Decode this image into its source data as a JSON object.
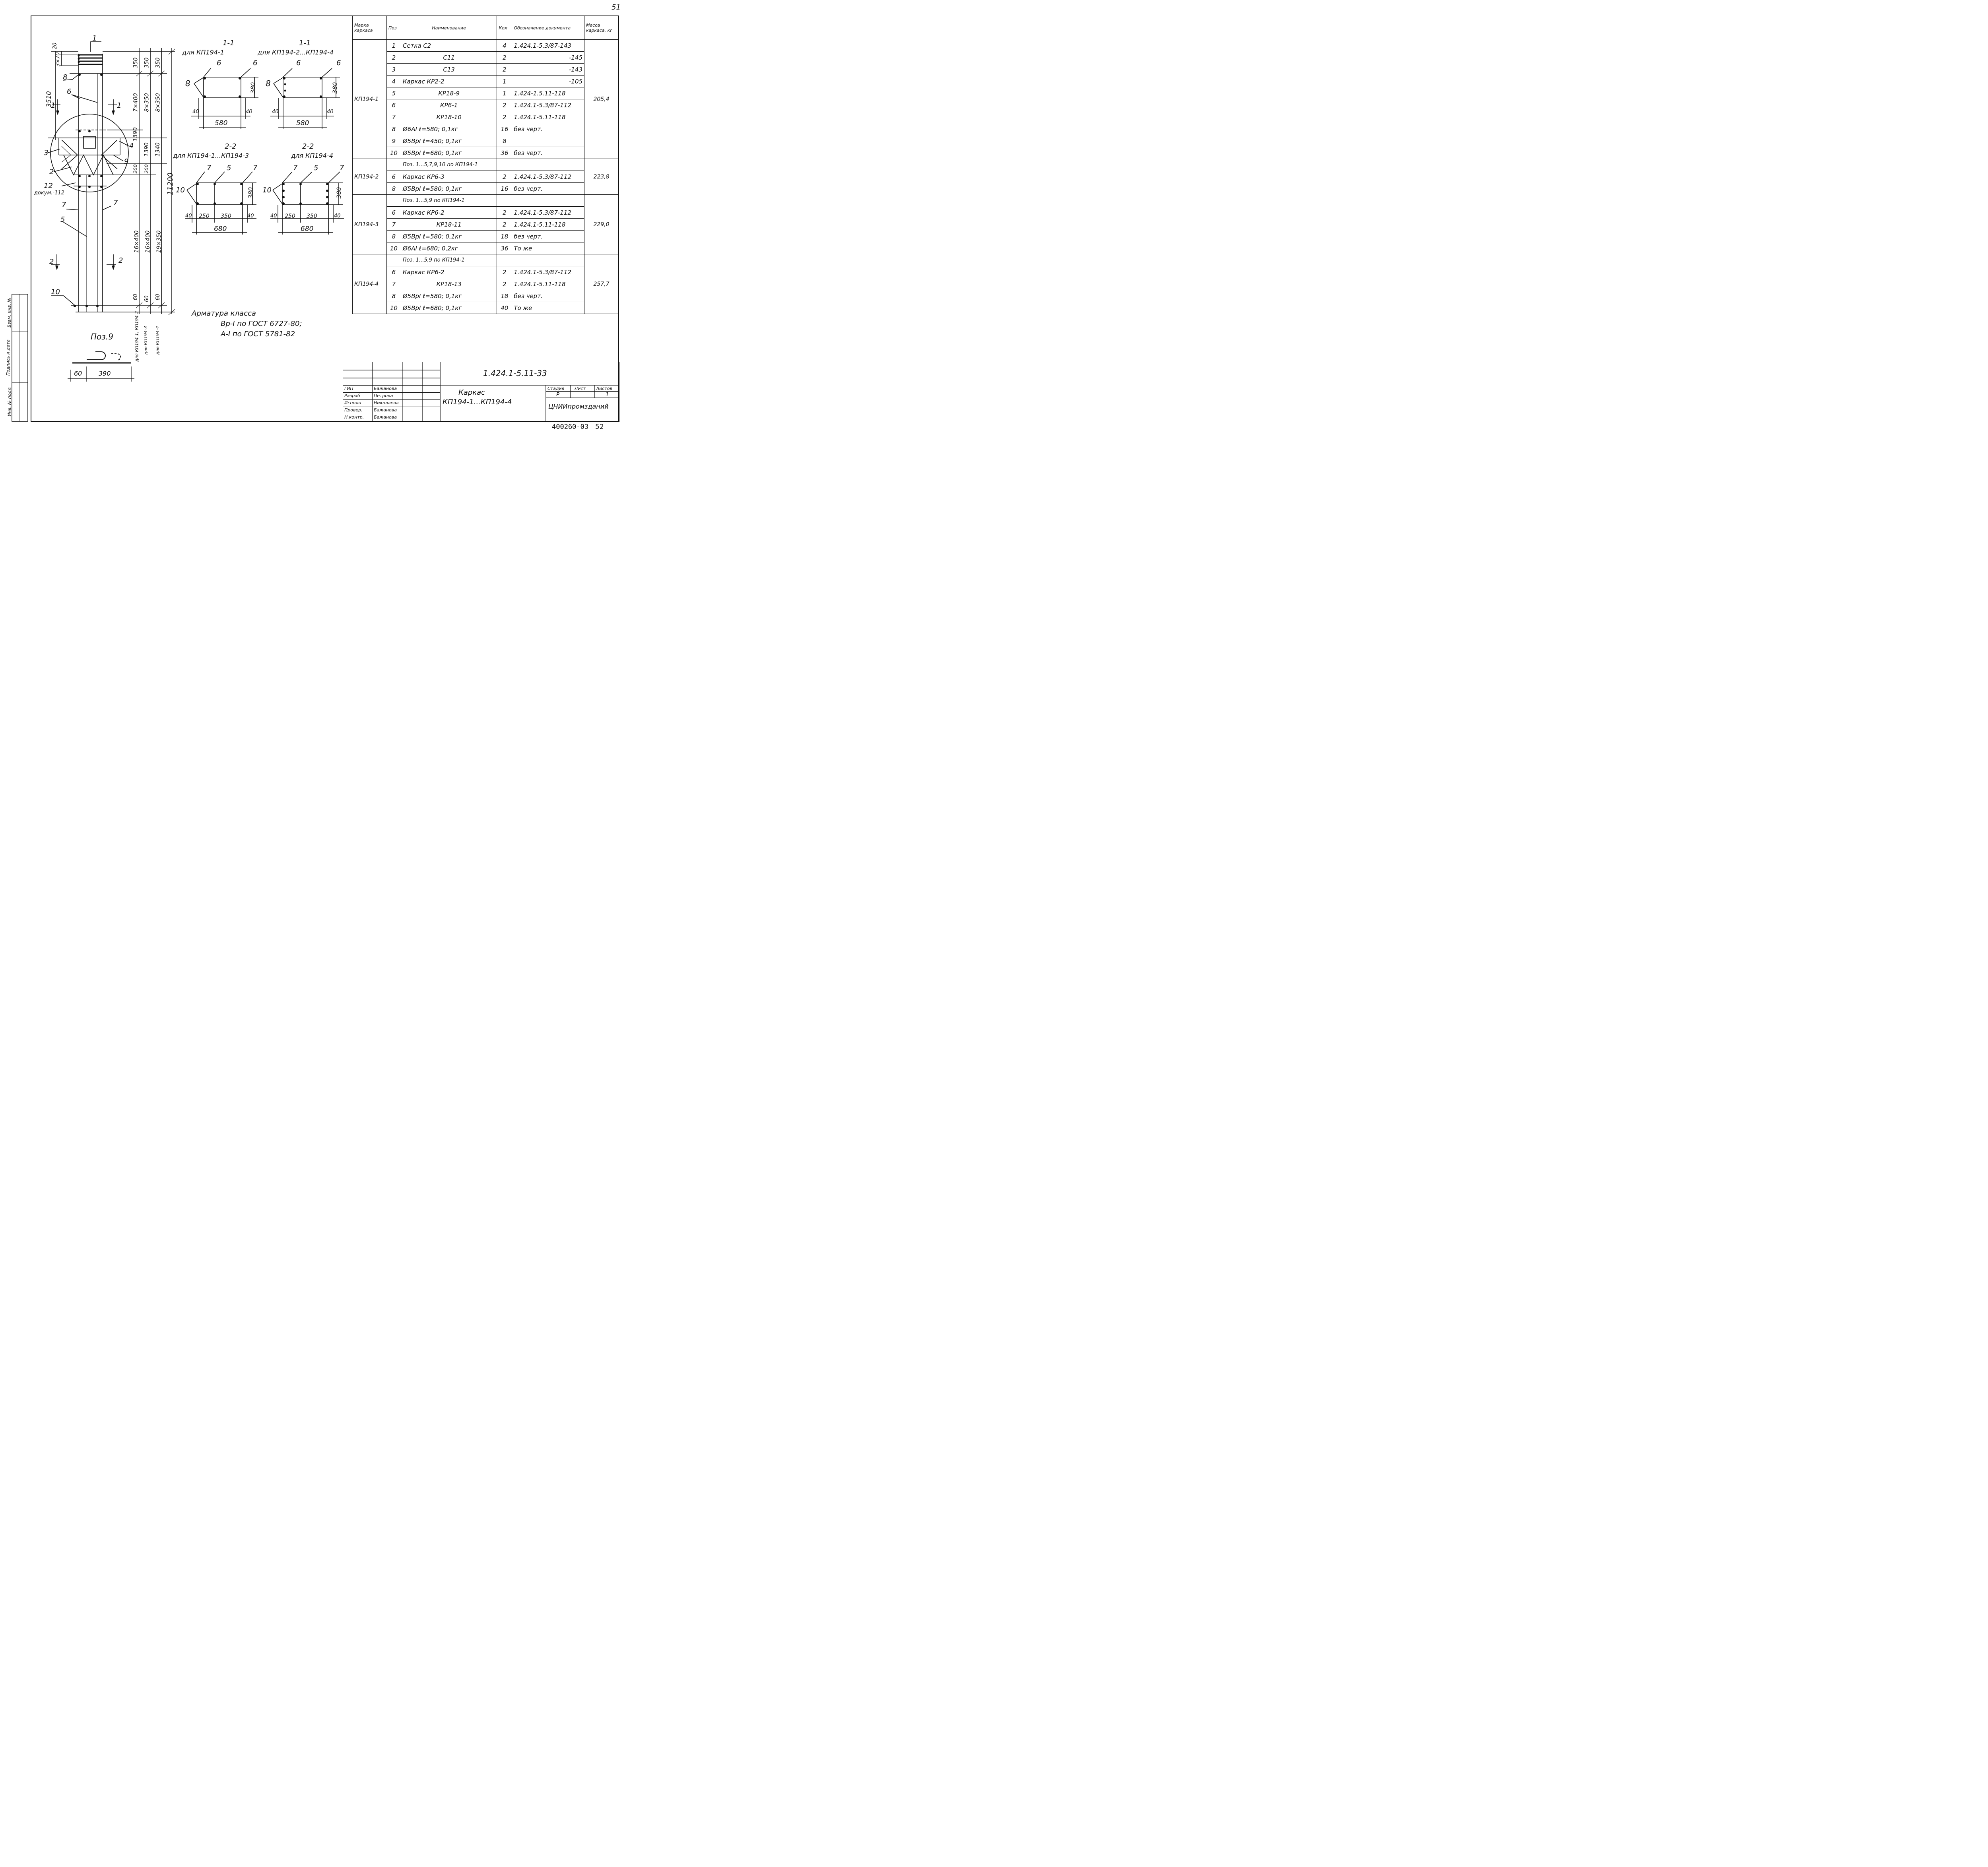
{
  "page_number": "51",
  "drawing": {
    "pos1_label": "1",
    "pos8_label": "8",
    "pos6_label": "6",
    "pos3_label": "3",
    "pos2_label": "2",
    "pos12_label": "12",
    "doc_ref": "докум.-112",
    "pos7_left": "7",
    "pos7_right": "7",
    "pos5_label": "5",
    "pos10_label": "10",
    "pos4_label": "4",
    "pos9_label": "9",
    "section_1_left": "1",
    "section_1_right": "1",
    "section_2_left": "2",
    "section_2_right": "2",
    "dims": {
      "d20": "20",
      "d3x70": "3×70",
      "d3510": "3510",
      "d350a": "350",
      "d350b": "350",
      "d350c": "350",
      "d7x400": "7×400",
      "d8x350a": "8×350",
      "d8x350b": "8×350",
      "d1390a": "1390",
      "d1390b": "1390",
      "d1340": "1340",
      "d200a": "200",
      "d200b": "200",
      "d11200": "11200",
      "d16x400a": "16×400",
      "d16x400b": "16×400",
      "d19x350": "19×350",
      "d60a": "60",
      "d60b": "60",
      "d60c": "60"
    },
    "col_labels": [
      "для КП194-1, КП194-2",
      "для КП194-3",
      "для КП194-4"
    ]
  },
  "sections": {
    "s11a_title": "1-1",
    "s11a_sub": "для КП194-1",
    "s11b_title": "1-1",
    "s11b_sub": "для КП194-2...КП194-4",
    "s22a_title": "2-2",
    "s22a_sub": "для КП194-1...КП194-3",
    "s22b_title": "2-2",
    "s22b_sub": "для КП194-4",
    "dim580": "580",
    "dim380": "380",
    "dim40": "40",
    "dim680": "680",
    "dim250": "250",
    "dim350": "350",
    "lbl6": "6",
    "lbl8": "8",
    "lbl7": "7",
    "lbl5": "5",
    "lbl10": "10"
  },
  "notes": {
    "line1": "Арматура класса",
    "line2": "Вр-I по ГОСТ 6727-80;",
    "line3": "А-I по ГОСТ 5781-82"
  },
  "pos9": {
    "title": "Поз.9",
    "dim60": "60",
    "dim390": "390"
  },
  "spec_table": {
    "headers": {
      "frame": "Марка каркаса",
      "pos": "Поз",
      "name": "Наименование",
      "qty": "Кол",
      "doc": "Обозначение документа",
      "mass": "Масса каркаса, кг"
    },
    "groups": [
      {
        "frame": "КП194-1",
        "mass": "205,4",
        "rows": [
          {
            "pos": "1",
            "name": "Сетка   С2",
            "qty": "4",
            "doc": "1.424.1-5.3/87-143"
          },
          {
            "pos": "2",
            "name": "С11",
            "qty": "2",
            "doc": "-145"
          },
          {
            "pos": "3",
            "name": "С13",
            "qty": "2",
            "doc": "-143"
          },
          {
            "pos": "4",
            "name": "Каркас  КР2-2",
            "qty": "1",
            "doc": "-105"
          },
          {
            "pos": "5",
            "name": "КР18-9",
            "qty": "1",
            "doc": "1.424-1.5.11-118"
          },
          {
            "pos": "6",
            "name": "КР6-1",
            "qty": "2",
            "doc": "1.424.1-5.3/87-112"
          },
          {
            "pos": "7",
            "name": "КР18-10",
            "qty": "2",
            "doc": "1.424.1-5.11-118"
          },
          {
            "pos": "8",
            "name": "Ø6АI  ℓ=580; 0,1кг",
            "qty": "16",
            "doc": "без черт."
          },
          {
            "pos": "9",
            "name": "Ø5ВрI  ℓ=450; 0,1кг",
            "qty": "8",
            "doc": ""
          },
          {
            "pos": "10",
            "name": "Ø5ВрI  ℓ=680; 0,1кг",
            "qty": "36",
            "doc": "без черт."
          }
        ]
      },
      {
        "frame": "КП194-2",
        "mass": "223,8",
        "rows": [
          {
            "pos": "",
            "name": "Поз. 1...5,7,9,10 по КП194-1",
            "qty": "",
            "doc": ""
          },
          {
            "pos": "6",
            "name": "Каркас КР6-3",
            "qty": "2",
            "doc": "1.424.1-5.3/87-112"
          },
          {
            "pos": "8",
            "name": "Ø5ВрI  ℓ=580; 0,1кг",
            "qty": "16",
            "doc": "без черт."
          }
        ]
      },
      {
        "frame": "КП194-3",
        "mass": "229,0",
        "rows": [
          {
            "pos": "",
            "name": "Поз. 1...5,9 по КП194-1",
            "qty": "",
            "doc": ""
          },
          {
            "pos": "6",
            "name": "Каркас КР6-2",
            "qty": "2",
            "doc": "1.424.1-5.3/87-112"
          },
          {
            "pos": "7",
            "name": "КР18-11",
            "qty": "2",
            "doc": "1.424.1-5.11-118"
          },
          {
            "pos": "8",
            "name": "Ø5ВрI  ℓ=580; 0,1кг",
            "qty": "18",
            "doc": "без черт."
          },
          {
            "pos": "10",
            "name": "Ø6АI  ℓ=680; 0,2кг",
            "qty": "36",
            "doc": "То же"
          }
        ]
      },
      {
        "frame": "КП194-4",
        "mass": "257,7",
        "rows": [
          {
            "pos": "",
            "name": "Поз. 1...5,9 по КП194-1",
            "qty": "",
            "doc": ""
          },
          {
            "pos": "6",
            "name": "Каркас КР6-2",
            "qty": "2",
            "doc": "1.424.1-5.3/87-112"
          },
          {
            "pos": "7",
            "name": "КР18-13",
            "qty": "2",
            "doc": "1.424.1-5.11-118"
          },
          {
            "pos": "8",
            "name": "Ø5ВрI  ℓ=580; 0,1кг",
            "qty": "18",
            "doc": "без черт."
          },
          {
            "pos": "10",
            "name": "Ø5ВрI  ℓ=680; 0,1кг",
            "qty": "40",
            "doc": "То же"
          }
        ]
      }
    ]
  },
  "title_block": {
    "code": "1.424.1-5.11-33",
    "name_line1": "Каркас",
    "name_line2": "КП194-1...КП194-4",
    "stage_h": "Стадия",
    "sheet_h": "Лист",
    "sheets_h": "Листов",
    "stage": "Р",
    "sheets": "1",
    "org": "ЦНИИпромзданий",
    "roles": [
      {
        "role": "ГИП",
        "name": "Бажанова"
      },
      {
        "role": "Разраб",
        "name": "Петрова"
      },
      {
        "role": "Исполн",
        "name": "Николаева"
      },
      {
        "role": "Провер.",
        "name": "Бажанова"
      },
      {
        "role": "Н.контр.",
        "name": "Бажанова"
      }
    ]
  },
  "side_stamp": {
    "c1": "Инв. № подл.",
    "c2": "Подпись и дата",
    "c3": "Взам. инв. №"
  },
  "footer": {
    "archive": "400260-03",
    "page": "52"
  }
}
